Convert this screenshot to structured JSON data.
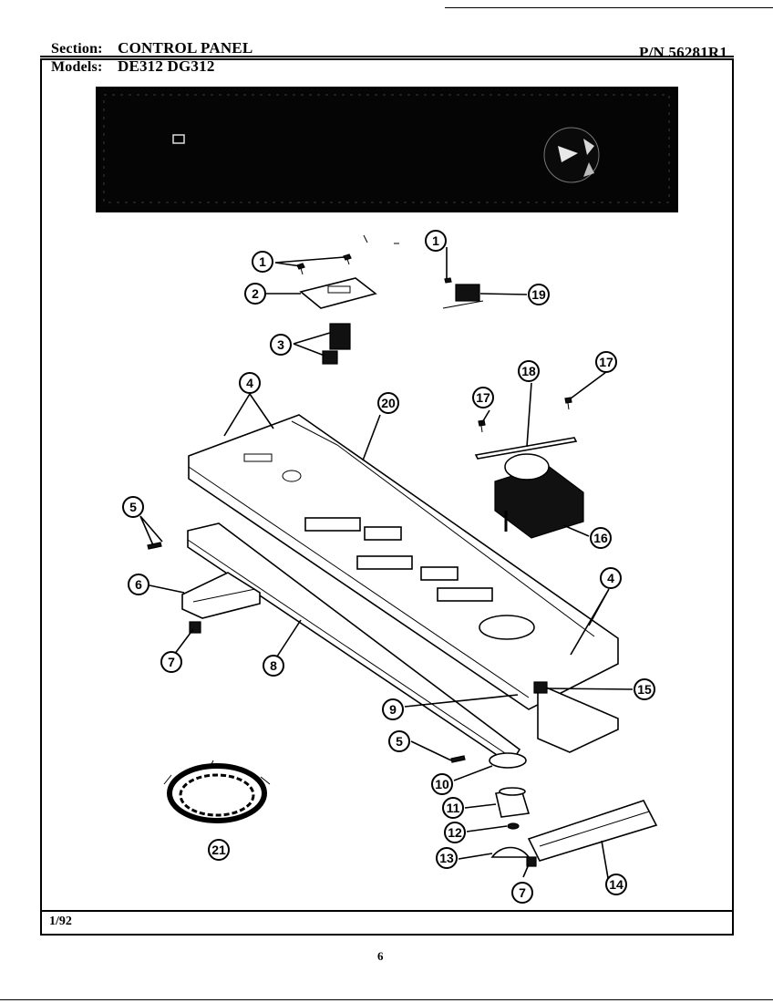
{
  "header": {
    "section_label": "Section:",
    "section_value": "CONTROL PANEL",
    "models_label": "Models:",
    "models_value": "DE312  DG312",
    "part_number": "P/N 56281R1"
  },
  "footer": {
    "date": "1/92",
    "page_number": "6"
  },
  "callouts": [
    "1",
    "1",
    "2",
    "3",
    "4",
    "4",
    "5",
    "5",
    "6",
    "7",
    "7",
    "8",
    "9",
    "10",
    "11",
    "12",
    "13",
    "14",
    "15",
    "16",
    "17",
    "17",
    "18",
    "19",
    "20",
    "21"
  ]
}
